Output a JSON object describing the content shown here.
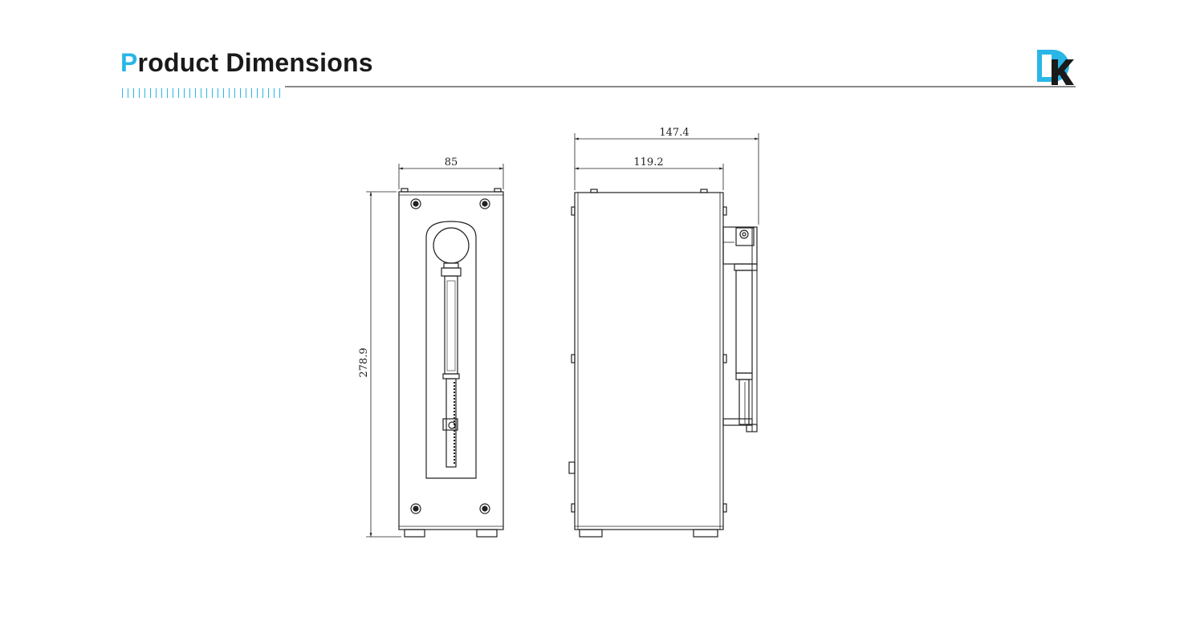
{
  "header": {
    "title_first": "P",
    "title_rest": "roduct Dimensions",
    "accent_color": "#29b6e6",
    "logo_text": "DK"
  },
  "dimensions": {
    "front_width": "85",
    "height": "278.9",
    "side_total_depth": "147.4",
    "side_body_depth": "119.2"
  }
}
